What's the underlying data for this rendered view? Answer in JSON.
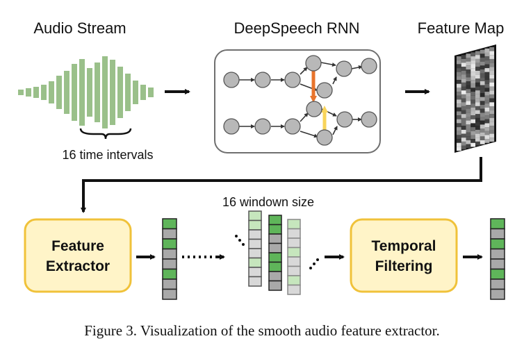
{
  "figure": {
    "audio_label": "Audio Stream",
    "rnn_label": "DeepSpeech RNN",
    "feature_map_label": "Feature Map",
    "time_intervals_label": "16 time intervals",
    "window_size_label": "16 windown size",
    "extractor_label_line1": "Feature",
    "extractor_label_line2": "Extractor",
    "filtering_label_line1": "Temporal",
    "filtering_label_line2": "Filtering",
    "caption": "Figure 3. Visualization of the smooth audio feature extractor."
  },
  "colors": {
    "waveform": "#9ac08a",
    "feature_box_fill": "#fff4c8",
    "feature_box_border": "#f0c23a",
    "rnn_node": "#b8b8b8",
    "arrow_orange": "#e8742c",
    "arrow_yellow": "#f8d45a",
    "cell_green": "#5fb55a",
    "cell_gray": "#a9a9a9"
  }
}
